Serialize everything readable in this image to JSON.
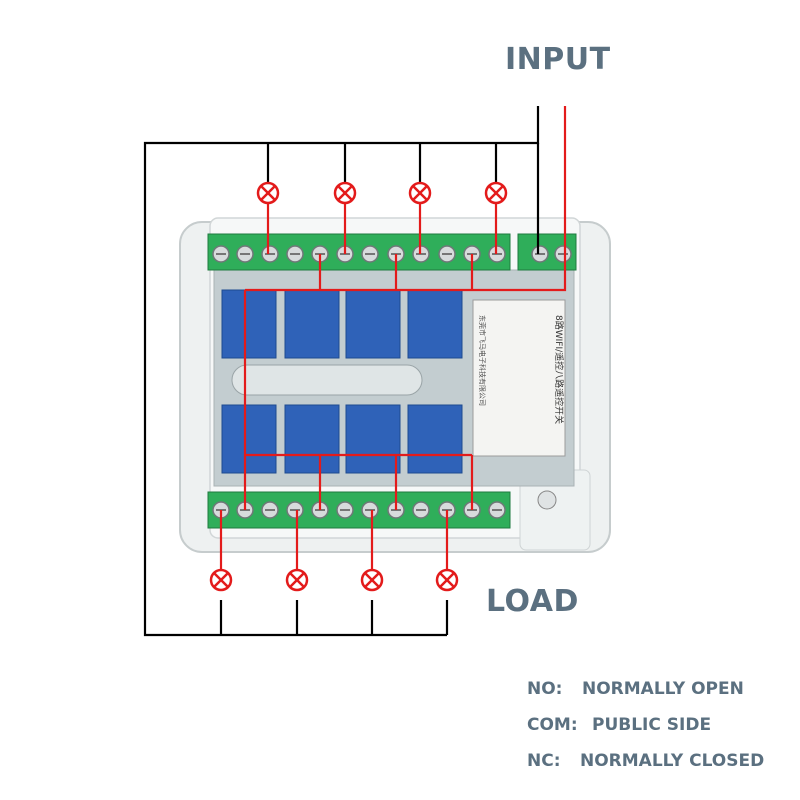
{
  "diagram": {
    "input_label": "INPUT",
    "load_label": "LOAD",
    "legend": [
      {
        "key": "NO:",
        "value": "NORMALLY OPEN"
      },
      {
        "key": "COM:",
        "value": "PUBLIC SIDE"
      },
      {
        "key": "NC:",
        "value": "NORMALLY CLOSED"
      }
    ],
    "board_label_line1": "8路WIFI/遥控八路遥控开关",
    "board_label_line2": "东莞市飞马电子科技有限公司",
    "colors": {
      "live_wire": "#e31b1b",
      "neutral_wire": "#000000",
      "terminal_green": "#2fae5a",
      "relay_blue": "#2f62b8",
      "pcb_grey": "#bfc9cc",
      "label_text": "#5b7080"
    }
  }
}
